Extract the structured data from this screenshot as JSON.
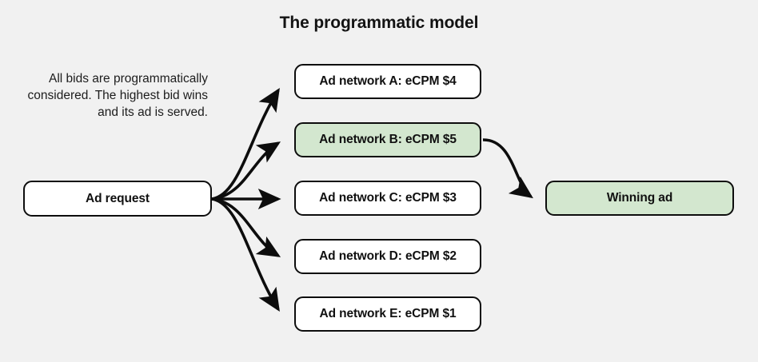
{
  "page": {
    "title": "The programmatic model",
    "background_color": "#f1f1f1"
  },
  "caption": {
    "text": "All bids are programmatically considered. The highest bid wins and its ad is served."
  },
  "colors": {
    "box_fill": "#ffffff",
    "highlight_fill": "#d3e7cf",
    "stroke": "#0d0d0d",
    "text": "#101010"
  },
  "nodes": {
    "request": {
      "label": "Ad request",
      "highlighted": false
    },
    "winner": {
      "label": "Winning ad",
      "highlighted": true
    },
    "networks": [
      {
        "label": "Ad network A: eCPM $4",
        "network": "A",
        "ecpm": 4,
        "highlighted": false
      },
      {
        "label": "Ad network B: eCPM $5",
        "network": "B",
        "ecpm": 5,
        "highlighted": true
      },
      {
        "label": "Ad network C: eCPM $3",
        "network": "C",
        "ecpm": 3,
        "highlighted": false
      },
      {
        "label": "Ad network D: eCPM $2",
        "network": "D",
        "ecpm": 2,
        "highlighted": false
      },
      {
        "label": "Ad network E: eCPM $1",
        "network": "E",
        "ecpm": 1,
        "highlighted": false
      }
    ]
  },
  "edges": [
    {
      "from": "request",
      "to": "network-a"
    },
    {
      "from": "request",
      "to": "network-b"
    },
    {
      "from": "request",
      "to": "network-c"
    },
    {
      "from": "request",
      "to": "network-d"
    },
    {
      "from": "request",
      "to": "network-e"
    },
    {
      "from": "network-b",
      "to": "winner"
    }
  ]
}
